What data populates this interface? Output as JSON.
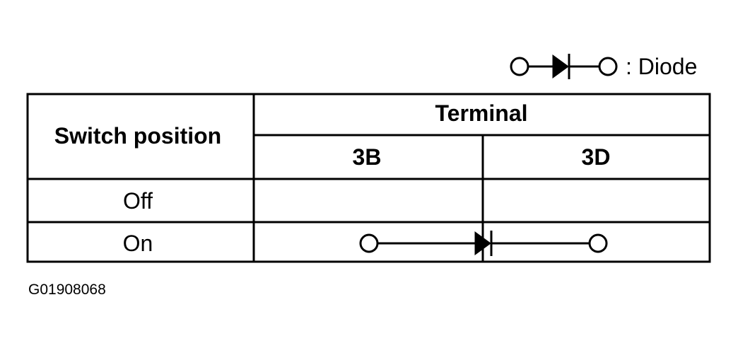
{
  "legend": {
    "label": ": Diode",
    "symbol_icon": "diode-icon"
  },
  "table": {
    "header_left": "Switch position",
    "header_group": "Terminal",
    "columns": [
      "3B",
      "3D"
    ],
    "rows": [
      {
        "position": "Off",
        "connection": null
      },
      {
        "position": "On",
        "connection": {
          "from": "3B",
          "to": "3D",
          "type": "diode"
        }
      }
    ]
  },
  "figure_code": "G01908068",
  "colors": {
    "line": "#000000",
    "background": "#ffffff"
  }
}
